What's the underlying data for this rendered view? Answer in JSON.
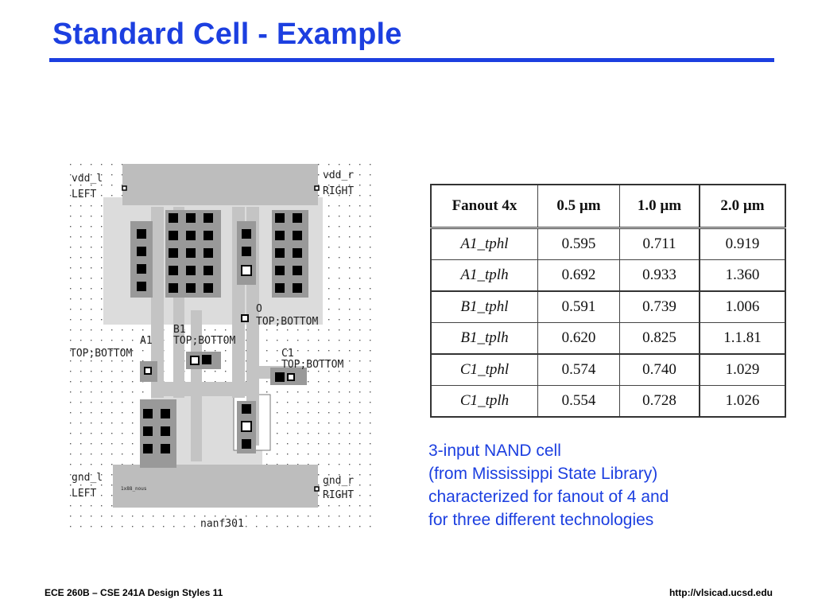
{
  "slide": {
    "title": "Standard Cell - Example"
  },
  "layout_labels": {
    "vdd_l": "vdd_l",
    "vdd_l_side": "LEFT",
    "vdd_r": "vdd_r",
    "vdd_r_side": "RIGHT",
    "gnd_l": "gnd_l",
    "gnd_l_side": "LEFT",
    "gnd_r": "gnd_r",
    "gnd_r_side": "RIGHT",
    "a1": "A1",
    "a1_side": "TOP;BOTTOM",
    "b1": "B1",
    "b1_side": "TOP;BOTTOM",
    "c1": "C1",
    "c1_side": "TOP;BOTTOM",
    "o": "O",
    "o_side": "TOP;BOTTOM",
    "cell_name": "nanf301",
    "small_tag": "1x88_nous"
  },
  "table": {
    "headers": [
      "Fanout 4x",
      "0.5 µm",
      "1.0 µm",
      "2.0 µm"
    ],
    "rows": [
      {
        "pin": "A1",
        "arc": "tphl",
        "v05": "0.595",
        "v10": "0.711",
        "v20": "0.919"
      },
      {
        "pin": "A1",
        "arc": "tplh",
        "v05": "0.692",
        "v10": "0.933",
        "v20": "1.360"
      },
      {
        "pin": "B1",
        "arc": "tphl",
        "v05": "0.591",
        "v10": "0.739",
        "v20": "1.006"
      },
      {
        "pin": "B1",
        "arc": "tplh",
        "v05": "0.620",
        "v10": "0.825",
        "v20": "1.1.81"
      },
      {
        "pin": "C1",
        "arc": "tphl",
        "v05": "0.574",
        "v10": "0.740",
        "v20": "1.029"
      },
      {
        "pin": "C1",
        "arc": "tplh",
        "v05": "0.554",
        "v10": "0.728",
        "v20": "1.026"
      }
    ]
  },
  "description": {
    "line1": "3-input NAND cell",
    "line2": "(from Mississippi State Library)",
    "line3": "characterized for fanout of 4 and",
    "line4": "for three different technologies"
  },
  "footer": {
    "left": "ECE 260B – CSE 241A Design Styles 11",
    "right": "http://vlsicad.ucsd.edu"
  }
}
